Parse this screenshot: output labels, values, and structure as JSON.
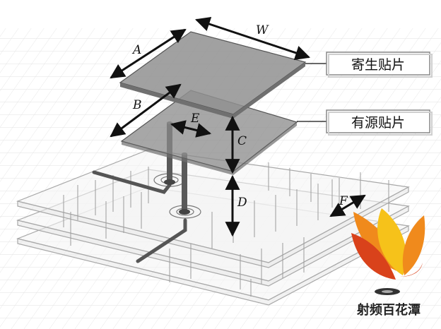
{
  "labels": {
    "W": "W",
    "A": "A",
    "B": "B",
    "C": "C",
    "D": "D",
    "E": "E",
    "F": "F"
  },
  "callouts": {
    "parasitic_patch": "寄生贴片",
    "active_patch": "有源贴片"
  },
  "brand": {
    "name": "射频百花潭"
  },
  "colors": {
    "patch_top": "#8f8f8f",
    "patch_active": "#8a8a8a",
    "feed": "#555555",
    "substrate_edge": "#a8a8a8",
    "logo_orange": "#f08a1c",
    "logo_red": "#d9421b",
    "logo_yellow": "#f6c21a"
  }
}
